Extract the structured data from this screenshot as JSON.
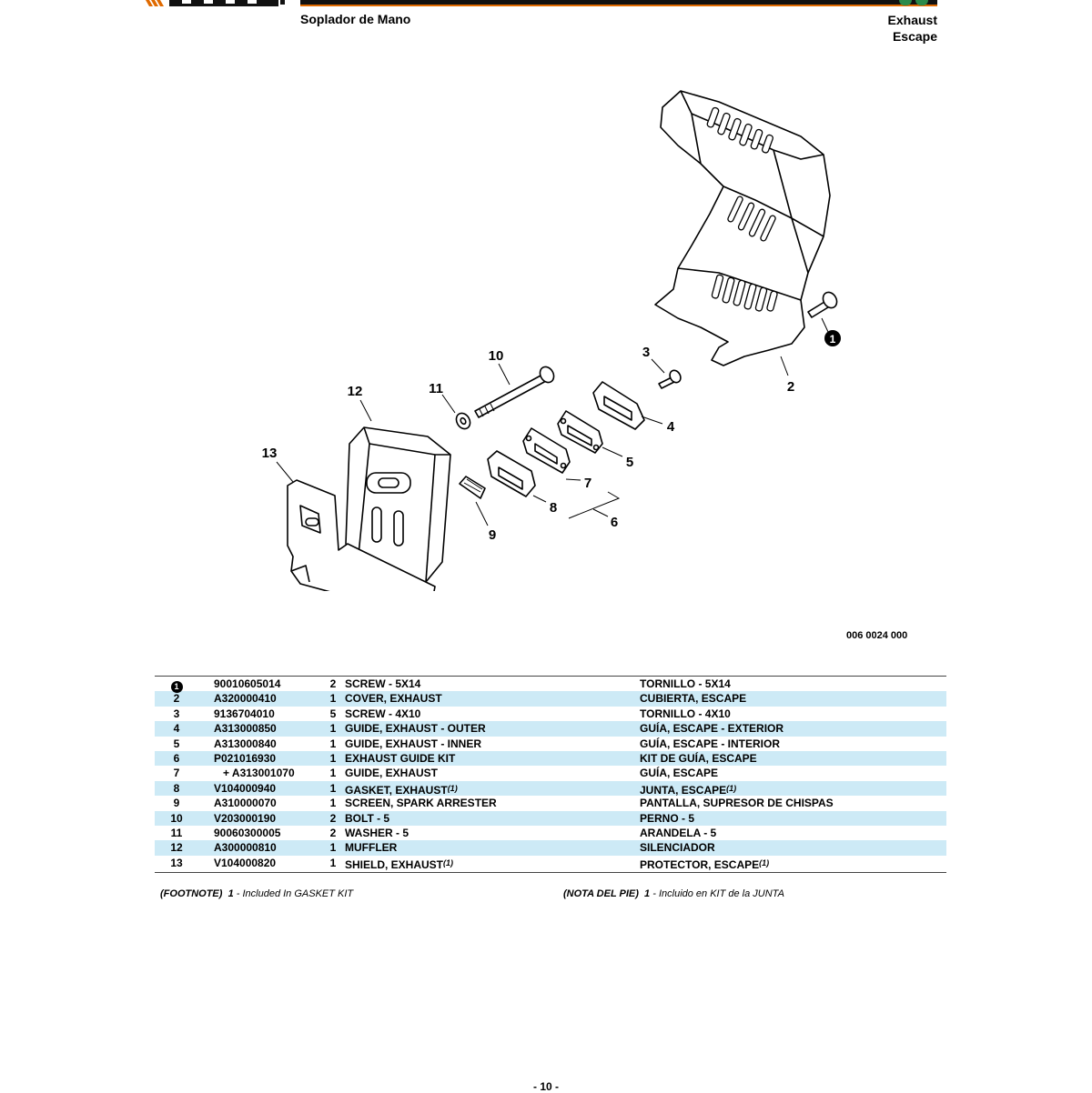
{
  "header": {
    "left_title": "Soplador de Mano",
    "right_title_en": "Exhaust",
    "right_title_es": "Escape"
  },
  "diagram": {
    "callouts": [
      "1",
      "2",
      "3",
      "4",
      "5",
      "6",
      "7",
      "8",
      "9",
      "10",
      "11",
      "12",
      "13"
    ],
    "drawing_number": "006 0024 000"
  },
  "parts": {
    "rows": [
      {
        "no": "1",
        "part": "90010605014",
        "qty": "2",
        "en": "SCREW - 5X14",
        "es": "TORNILLO - 5X14",
        "bullet": true
      },
      {
        "no": "2",
        "part": "A320000410",
        "qty": "1",
        "en": "COVER, EXHAUST",
        "es": "CUBIERTA, ESCAPE"
      },
      {
        "no": "3",
        "part": "9136704010",
        "qty": "5",
        "en": "SCREW - 4X10",
        "es": "TORNILLO - 4X10"
      },
      {
        "no": "4",
        "part": "A313000850",
        "qty": "1",
        "en": "GUIDE, EXHAUST - OUTER",
        "es": "GUÍA, ESCAPE - EXTERIOR"
      },
      {
        "no": "5",
        "part": "A313000840",
        "qty": "1",
        "en": "GUIDE, EXHAUST - INNER",
        "es": "GUÍA, ESCAPE - INTERIOR"
      },
      {
        "no": "6",
        "part": "P021016930",
        "qty": "1",
        "en": "EXHAUST GUIDE KIT",
        "es": "KIT DE GUÍA, ESCAPE"
      },
      {
        "no": "7",
        "part": "+ A313001070",
        "qty": "1",
        "en": "GUIDE, EXHAUST",
        "es": "GUÍA, ESCAPE",
        "indent": true
      },
      {
        "no": "8",
        "part": "V104000940",
        "qty": "1",
        "en": "GASKET, EXHAUST",
        "es": "JUNTA, ESCAPE",
        "note": "(1)"
      },
      {
        "no": "9",
        "part": "A310000070",
        "qty": "1",
        "en": "SCREEN, SPARK ARRESTER",
        "es": "PANTALLA, SUPRESOR DE CHISPAS"
      },
      {
        "no": "10",
        "part": "V203000190",
        "qty": "2",
        "en": "BOLT - 5",
        "es": "PERNO - 5"
      },
      {
        "no": "11",
        "part": "90060300005",
        "qty": "2",
        "en": "WASHER - 5",
        "es": "ARANDELA - 5"
      },
      {
        "no": "12",
        "part": "A300000810",
        "qty": "1",
        "en": "MUFFLER",
        "es": "SILENCIADOR"
      },
      {
        "no": "13",
        "part": "V104000820",
        "qty": "1",
        "en": "SHIELD, EXHAUST",
        "es": "PROTECTOR, ESCAPE",
        "note": "(1)"
      }
    ]
  },
  "footnote": {
    "en_label": "(FOOTNOTE)",
    "en_num": "1",
    "en_text": "- Included In GASKET KIT",
    "es_label": "(NOTA DEL PIE)",
    "es_num": "1",
    "es_text": "- Incluido en KIT de la JUNTA"
  },
  "page_number": "- 10 -",
  "colors": {
    "row_highlight": "#cdeaf6",
    "brand_orange": "#e06a00"
  }
}
